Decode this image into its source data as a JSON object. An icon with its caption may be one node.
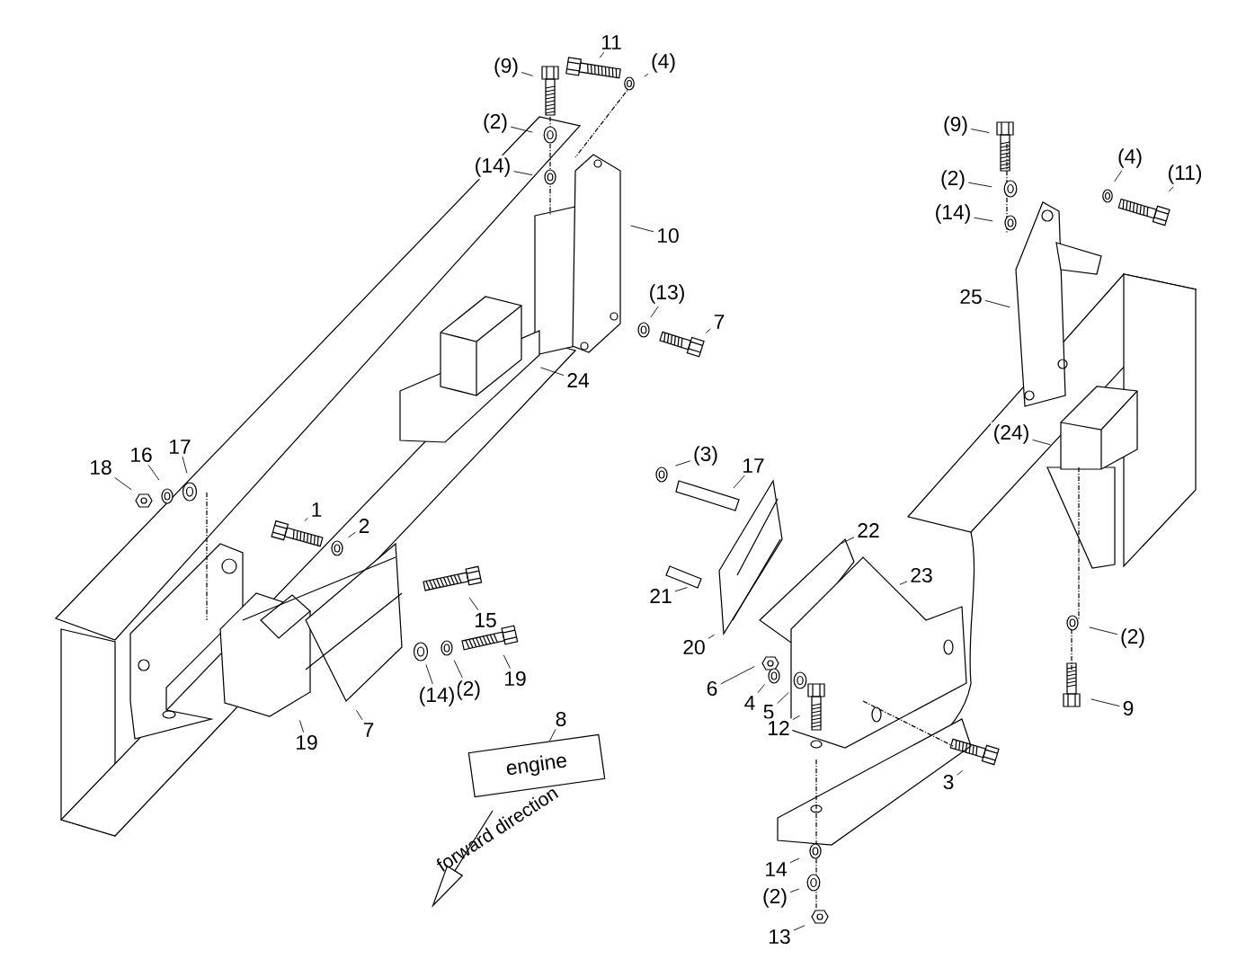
{
  "diagram": {
    "nodes": [
      {
        "text": [
          "11"
        ]
      },
      {
        "text": [
          "(4)"
        ]
      },
      {
        "text": [
          "(9)"
        ]
      },
      {
        "text": [
          "(2)"
        ]
      },
      {
        "text": [
          "(9)"
        ]
      },
      {
        "text": [
          "(4)"
        ]
      },
      {
        "text": [
          "(14)"
        ]
      },
      {
        "text": [
          "(2)"
        ]
      },
      {
        "text": [
          "(11)"
        ]
      },
      {
        "text": [
          "(14)"
        ]
      },
      {
        "text": [
          "10"
        ]
      },
      {
        "text": [
          "(13)"
        ]
      },
      {
        "text": [
          "25"
        ]
      },
      {
        "text": [
          "7"
        ]
      },
      {
        "text": [
          "24"
        ]
      },
      {
        "text": [
          "(24)"
        ]
      },
      {
        "text": [
          "17"
        ]
      },
      {
        "text": [
          "16"
        ]
      },
      {
        "text": [
          "18"
        ]
      },
      {
        "text": [
          "(3)"
        ]
      },
      {
        "text": [
          "17"
        ]
      },
      {
        "text": [
          "1"
        ]
      },
      {
        "text": [
          "2"
        ]
      },
      {
        "text": [
          "22"
        ]
      },
      {
        "text": [
          "23"
        ]
      },
      {
        "text": [
          "21"
        ]
      },
      {
        "text": [
          "15"
        ]
      },
      {
        "text": [
          "(2)"
        ]
      },
      {
        "text": [
          "20"
        ]
      },
      {
        "text": [
          "19"
        ]
      },
      {
        "text": [
          "6"
        ]
      },
      {
        "text": [
          "(2)"
        ]
      },
      {
        "text": [
          "4"
        ]
      },
      {
        "text": [
          "(14)"
        ]
      },
      {
        "text": [
          "9"
        ]
      },
      {
        "text": [
          "5"
        ]
      },
      {
        "text": [
          "8"
        ]
      },
      {
        "text": [
          "12"
        ]
      },
      {
        "text": [
          "7"
        ]
      },
      {
        "text": [
          "19"
        ]
      },
      {
        "text": [
          "engine"
        ]
      },
      {
        "text": [
          "3"
        ]
      },
      {
        "text": [
          "14"
        ]
      },
      {
        "text": [
          "(2)"
        ]
      },
      {
        "text": [
          "13"
        ]
      }
    ],
    "edges": [
      {
        "from": 0,
        "to": null,
        "arrow": "none"
      },
      {
        "from": 1,
        "to": null,
        "arrow": "none"
      },
      {
        "from": 2,
        "to": null,
        "arrow": "none"
      },
      {
        "from": 3,
        "to": null,
        "arrow": "none"
      },
      {
        "from": 4,
        "to": null,
        "arrow": "none"
      },
      {
        "from": 5,
        "to": null,
        "arrow": "none"
      },
      {
        "from": 6,
        "to": null,
        "arrow": "none"
      },
      {
        "from": 7,
        "to": null,
        "arrow": "none"
      },
      {
        "from": 8,
        "to": null,
        "arrow": "none"
      },
      {
        "from": 9,
        "to": null,
        "arrow": "none"
      },
      {
        "from": 10,
        "to": null,
        "arrow": "none"
      },
      {
        "from": 11,
        "to": null,
        "arrow": "none"
      },
      {
        "from": 12,
        "to": null,
        "arrow": "none"
      },
      {
        "from": 13,
        "to": null,
        "arrow": "none"
      },
      {
        "from": 14,
        "to": null,
        "arrow": "none"
      },
      {
        "from": 15,
        "to": null,
        "arrow": "none"
      },
      {
        "from": 16,
        "to": null,
        "arrow": "none"
      },
      {
        "from": 17,
        "to": null,
        "arrow": "none"
      },
      {
        "from": 18,
        "to": null,
        "arrow": "none"
      },
      {
        "from": 19,
        "to": null,
        "arrow": "none"
      },
      {
        "from": 20,
        "to": null,
        "arrow": "none"
      },
      {
        "from": 21,
        "to": null,
        "arrow": "none"
      },
      {
        "from": 22,
        "to": null,
        "arrow": "none"
      },
      {
        "from": 23,
        "to": null,
        "arrow": "none"
      },
      {
        "from": 24,
        "to": null,
        "arrow": "none"
      },
      {
        "from": 25,
        "to": null,
        "arrow": "none"
      },
      {
        "from": 26,
        "to": null,
        "arrow": "none"
      },
      {
        "from": 27,
        "to": null,
        "arrow": "none"
      },
      {
        "from": 28,
        "to": null,
        "arrow": "none"
      },
      {
        "from": 29,
        "to": null,
        "arrow": "none"
      },
      {
        "from": 30,
        "to": null,
        "arrow": "none"
      },
      {
        "from": 31,
        "to": null,
        "arrow": "none"
      },
      {
        "from": 32,
        "to": null,
        "arrow": "none"
      },
      {
        "from": 33,
        "to": null,
        "arrow": "none"
      },
      {
        "from": 34,
        "to": null,
        "arrow": "none"
      },
      {
        "from": 35,
        "to": null,
        "arrow": "none"
      },
      {
        "from": 36,
        "to": 40,
        "arrow": "none"
      },
      {
        "from": 37,
        "to": null,
        "arrow": "none"
      },
      {
        "from": 38,
        "to": null,
        "arrow": "none"
      },
      {
        "from": 39,
        "to": null,
        "arrow": "none"
      },
      {
        "from": 41,
        "to": null,
        "arrow": "none"
      },
      {
        "from": 42,
        "to": null,
        "arrow": "none"
      },
      {
        "from": 43,
        "to": null,
        "arrow": "none"
      },
      {
        "from": 44,
        "to": null,
        "arrow": "none"
      }
    ],
    "labels": [
      "forward direction"
    ]
  }
}
